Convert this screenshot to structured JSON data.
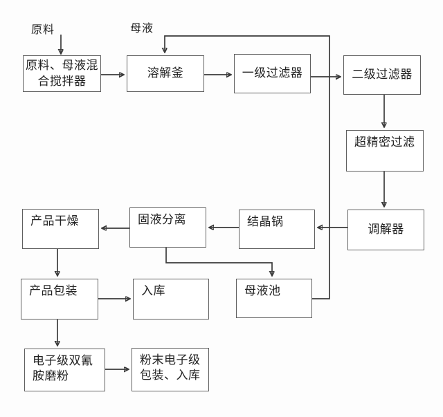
{
  "diagram": {
    "labels": {
      "raw_material": "原料",
      "mother_liquor": "母液"
    },
    "nodes": {
      "mixer": {
        "lines": [
          "原料、母液混",
          "合搅拌器"
        ]
      },
      "dissolver": {
        "label": "溶解釜"
      },
      "filter1": {
        "label": "一级过滤器"
      },
      "filter2": {
        "label": "二级过滤器"
      },
      "ultrafilter": {
        "label": "超精密过滤"
      },
      "regulator": {
        "label": "调解器"
      },
      "crystallizer": {
        "label": "结晶锅"
      },
      "separator": {
        "label": "固液分离"
      },
      "dryer": {
        "label": "产品干燥"
      },
      "packaging": {
        "label": "产品包装"
      },
      "warehouse": {
        "label": "入库"
      },
      "mother_liquor_pool": {
        "label": "母液池"
      },
      "grinder": {
        "lines": [
          "电子级双氰",
          "胺磨粉"
        ]
      },
      "powder_packaging": {
        "lines": [
          "粉末电子级",
          "包装、入库"
        ]
      }
    },
    "edges": [
      {
        "from": "raw_material",
        "to": "mixer"
      },
      {
        "from": "mixer",
        "to": "dissolver"
      },
      {
        "from": "dissolver",
        "to": "filter1"
      },
      {
        "from": "filter1",
        "to": "filter2"
      },
      {
        "from": "filter2",
        "to": "ultrafilter"
      },
      {
        "from": "ultrafilter",
        "to": "regulator"
      },
      {
        "from": "regulator",
        "to": "crystallizer"
      },
      {
        "from": "crystallizer",
        "to": "separator"
      },
      {
        "from": "separator",
        "to": "dryer"
      },
      {
        "from": "dryer",
        "to": "packaging"
      },
      {
        "from": "packaging",
        "to": "warehouse"
      },
      {
        "from": "packaging",
        "to": "grinder"
      },
      {
        "from": "grinder",
        "to": "powder_packaging"
      },
      {
        "from": "separator",
        "to": "mother_liquor_pool"
      },
      {
        "from": "mother_liquor_pool",
        "to": "dissolver",
        "label": "mother_liquor_recycle"
      }
    ],
    "colors": {
      "background": "#fdfdfd",
      "box_fill": "#ffffff",
      "box_border": "#5f5f5f",
      "line": "#3a3a3a",
      "text": "#222222"
    }
  }
}
